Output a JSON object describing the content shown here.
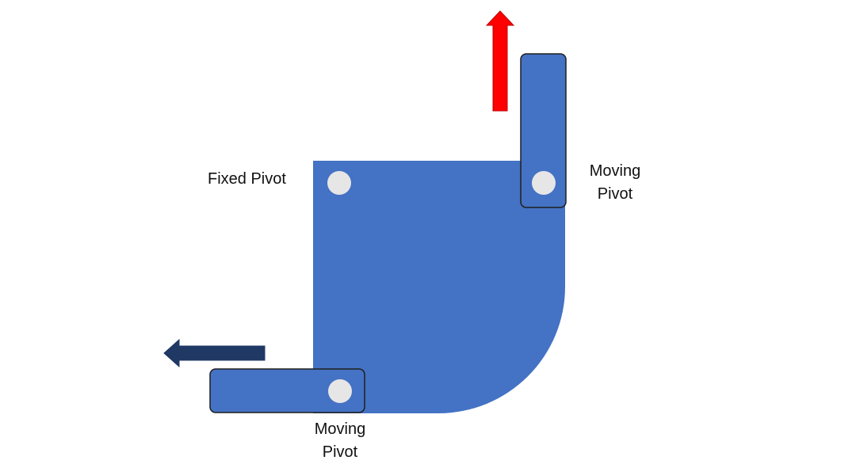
{
  "labels": {
    "fixed_pivot": "Fixed Pivot",
    "moving_pivot_right": [
      "Moving",
      "Pivot"
    ],
    "moving_pivot_bottom": [
      "Moving",
      "Pivot"
    ]
  },
  "colors": {
    "plate": "#4472C4",
    "link": "#4472C4",
    "link_border": "#1F1F1F",
    "pivot": "#E7E6E6",
    "arrow_up": "#FF0000",
    "arrow_left": "#1F3864"
  }
}
